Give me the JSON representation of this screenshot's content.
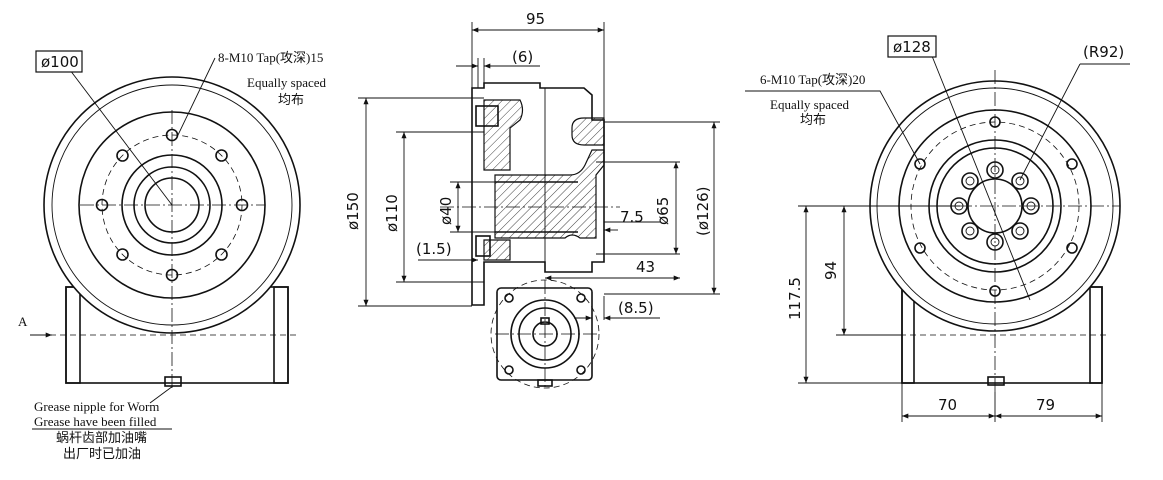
{
  "left_view": {
    "diameter_box": "ø100",
    "tap_note": "8-M10 Tap(攻深)15",
    "spacing_en": "Equally spaced",
    "spacing_cn": "均布",
    "arrow_label": "A",
    "grease_en_1": "Grease nipple for Worm",
    "grease_en_2": "Grease have been filled",
    "grease_cn_1": "蜗杆齿部加油嘴",
    "grease_cn_2": "出厂时已加油"
  },
  "section_view": {
    "dim_width": "95",
    "dim_flange": "(6)",
    "dim_dia150": "ø150",
    "dim_dia110": "ø110",
    "dim_dia40": "ø40",
    "dim_gap": "(1.5)",
    "dim_7_5": "7.5",
    "dim_dia65": "ø65",
    "dim_dia126": "(ø126)",
    "dim_43": "43",
    "dim_8_5": "(8.5)"
  },
  "right_view": {
    "diameter_box": "ø128",
    "radius": "(R92)",
    "tap_note": "6-M10 Tap(攻深)20",
    "spacing_en": "Equally spaced",
    "spacing_cn": "均布",
    "dim_117_5": "117.5",
    "dim_94": "94",
    "dim_70": "70",
    "dim_79": "79"
  }
}
